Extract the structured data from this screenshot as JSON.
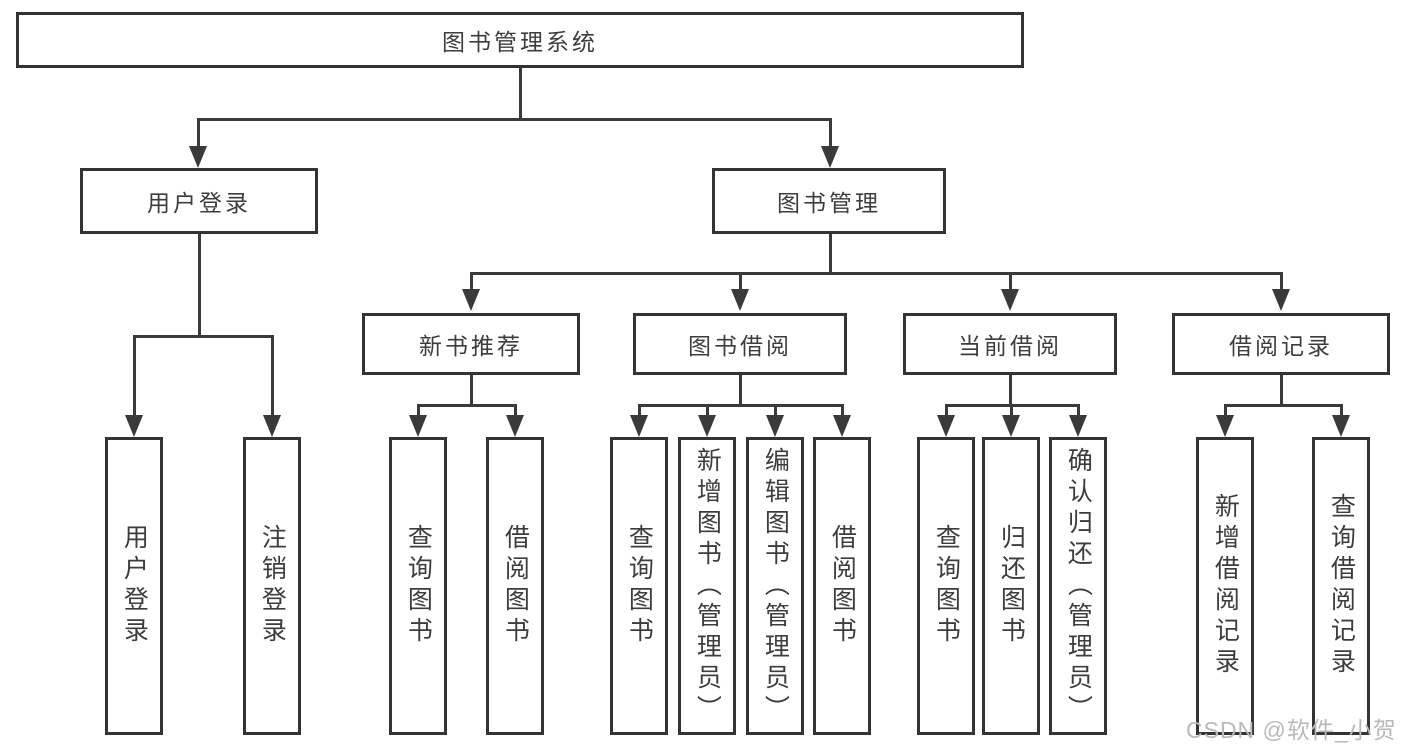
{
  "tree": {
    "root": {
      "label": "图书管理系统"
    },
    "level2": [
      {
        "label": "用户登录"
      },
      {
        "label": "图书管理"
      }
    ],
    "level3": [
      {
        "label": "新书推荐"
      },
      {
        "label": "图书借阅"
      },
      {
        "label": "当前借阅"
      },
      {
        "label": "借阅记录"
      }
    ],
    "leaves": [
      {
        "label": "用户登录"
      },
      {
        "label": "注销登录"
      },
      {
        "label": "查询图书"
      },
      {
        "label": "借阅图书"
      },
      {
        "label": "查询图书"
      },
      {
        "label": "新增图书（管理员）"
      },
      {
        "label": "编辑图书（管理员）"
      },
      {
        "label": "借阅图书"
      },
      {
        "label": "查询图书"
      },
      {
        "label": "归还图书"
      },
      {
        "label": "确认归还（管理员）"
      },
      {
        "label": "新增借阅记录"
      },
      {
        "label": "查询借阅记录"
      }
    ]
  },
  "watermark": {
    "text": "CSDN @软件_小贺同学"
  },
  "colors": {
    "line": "#3a3a3a",
    "border": "#333333",
    "text": "#3d3d3d",
    "background": "#ffffff",
    "watermark": "#b9b9b9"
  }
}
